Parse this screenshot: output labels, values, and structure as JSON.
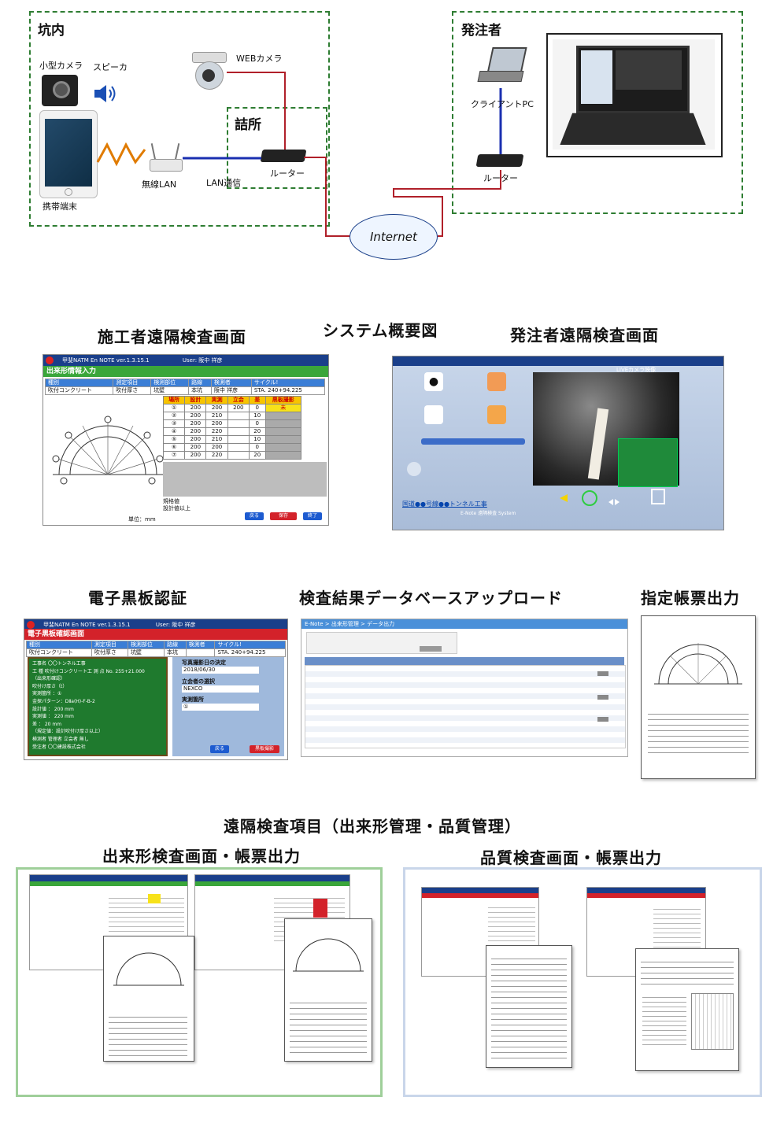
{
  "network": {
    "site_label": "坑内",
    "client_label": "発注者",
    "office_label": "詰所",
    "small_camera": "小型カメラ",
    "speaker": "スピーカ",
    "web_camera": "WEBカメラ",
    "mobile_terminal": "携帯端末",
    "wireless_lan": "無線LAN",
    "lan_comm": "LAN通信",
    "router_site": "ルーター",
    "router_client": "ルーター",
    "client_pc": "クライアントPC",
    "internet": "Internet"
  },
  "headings": {
    "system_overview": "システム概要図",
    "builder_screen": "施工者遠隔検査画面",
    "client_screen": "発注者遠隔検査画面",
    "blackboard": "電子黒板認証",
    "db_upload": "検査結果データベースアップロード",
    "form_output": "指定帳票出力",
    "remote_items": "遠隔検査項目（出来形管理・品質管理）",
    "dimension_check": "出来形検査画面・帳票出力",
    "quality_check": "品質検査画面・帳票出力"
  },
  "builder_app": {
    "app_title": "甲斐NATM En NOTE  ver.1.3.15.1",
    "user": "User: 阪中  祥彦",
    "screen_title": "出来形情報入力",
    "info_headers": [
      "種別",
      "測定項目",
      "検測部位",
      "路線",
      "検測者",
      "サイクル!"
    ],
    "info_values": [
      "吹付コンクリート",
      "吹付厚さ",
      "坑壁",
      "本坑",
      "阪中  祥彦",
      "STA. 240+94.225"
    ],
    "table_headers": [
      "場所",
      "設計",
      "実測",
      "立会",
      "差",
      "黒板撮影"
    ],
    "rows": [
      [
        "①",
        "200",
        "200",
        "200",
        "0",
        "未"
      ],
      [
        "②",
        "200",
        "210",
        "",
        "10",
        ""
      ],
      [
        "③",
        "200",
        "200",
        "",
        "0",
        ""
      ],
      [
        "④",
        "200",
        "220",
        "",
        "20",
        ""
      ],
      [
        "⑤",
        "200",
        "210",
        "",
        "10",
        ""
      ],
      [
        "⑥",
        "200",
        "200",
        "",
        "0",
        ""
      ],
      [
        "⑦",
        "200",
        "220",
        "",
        "20",
        ""
      ]
    ],
    "std_label": "規格値",
    "std_value": "設計値以上",
    "unit": "単位：mm",
    "btn_back": "戻る",
    "btn_save": "保存",
    "btn_end": "終了"
  },
  "client_app": {
    "live_label": "LIVEカメラ映像",
    "footer_link": "国道●●号線●●トンネル工事",
    "footer_sub": "E-Note 遠隔検査 System"
  },
  "blackboard_app": {
    "app_title": "甲斐NATM En NOTE  ver.1.3.15.1",
    "user": "User: 阪中  祥彦",
    "screen_title": "電子黒板確認画面",
    "info_headers": [
      "種別",
      "測定項目",
      "検測部位",
      "路線",
      "検測者",
      "サイクル!"
    ],
    "info_values": [
      "吹付コンクリート",
      "吹付厚さ",
      "坑壁",
      "本坑",
      "",
      "STA. 240+94.225"
    ],
    "board_lines": [
      "工事名  〇〇トンネル工事",
      "工 種  吹付けコンクリート工  測 点  No. 255+21.000",
      "（出来形確認）",
      "吹付け厚さ（t）",
      "実測箇所  ：①",
      "金探パターン：DⅡa(H)-F-B-2",
      "設計値  ：  200 mm",
      "実測値  ：  220 mm",
      "差    ：   20 mm",
      "（規定値：設計吹付け厚さ以上）",
      "検測者  管理者       立会者  無し",
      "受注者  〇〇建設株式会社"
    ],
    "photo_date_label": "写真撮影日の決定",
    "photo_date": "2018/06/30",
    "witness_label": "立会者の選択",
    "witness": "NEXCO",
    "point_label": "実測箇所",
    "point": "①",
    "btn_back": "戻る",
    "btn_shoot": "黒板撮影"
  },
  "db_app": {
    "breadcrumb": "E-Note > 出来形管理 > データ出力"
  }
}
